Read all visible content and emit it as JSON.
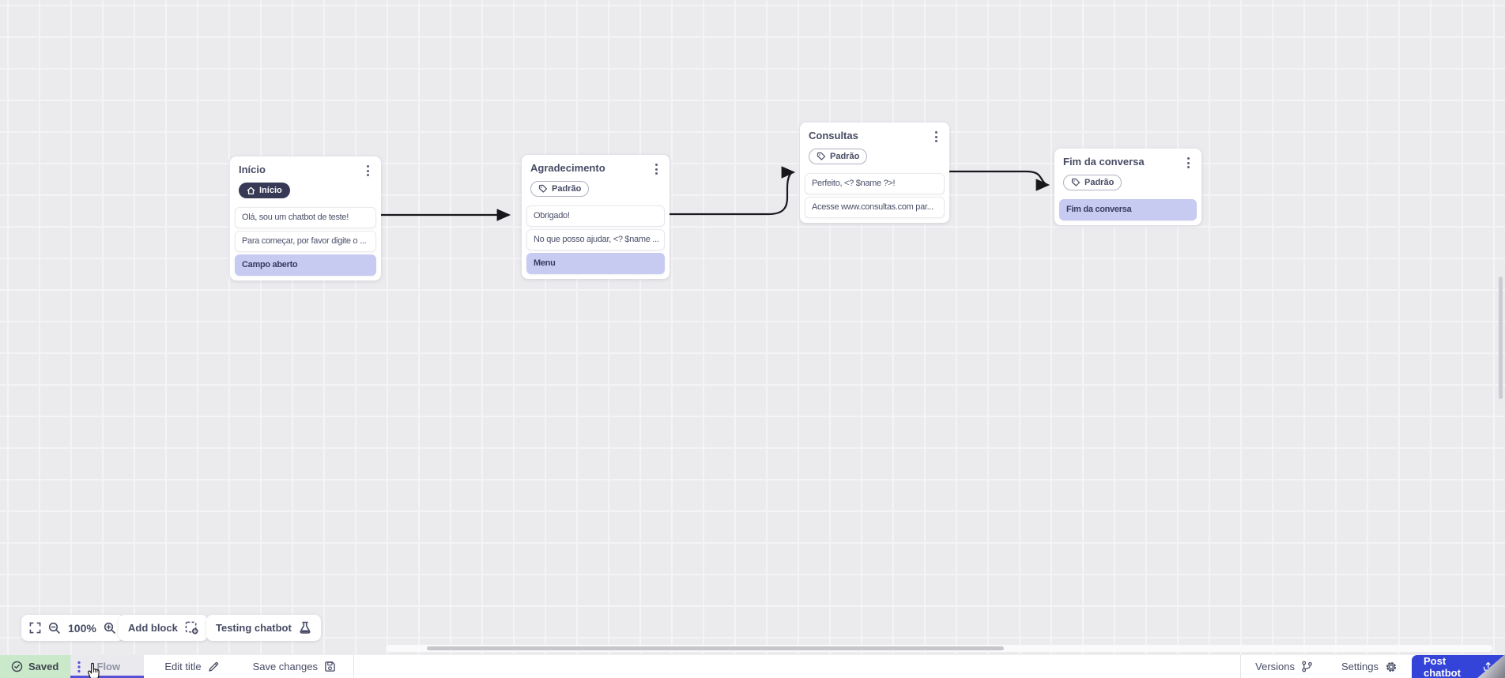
{
  "colors": {
    "accent_purple": "#574fd6",
    "primary_blue": "#3443d8",
    "saved_green_bg": "#c9e9ca",
    "action_row_bg": "#c7cbf2",
    "dark_badge_bg": "#363a54",
    "connector": "#17171c",
    "canvas_bg": "#ebebee"
  },
  "icons": {
    "home-icon": "house glyph in start badge",
    "tag-icon": "label tag in Padrão badge",
    "kebab-icon": "vertical three dots node menu",
    "fullscreen-icon": "corner brackets",
    "zoom-out-icon": "magnifier with minus",
    "zoom-in-icon": "magnifier with plus",
    "add-block-icon": "dashed square with plus",
    "flask-icon": "test flask",
    "check-circle-icon": "check inside circle",
    "drag-handle-icon": "purple vertical dots",
    "pencil-icon": "edit pencil",
    "save-icon": "floppy disk",
    "branch-icon": "version branch graph",
    "gear-icon": "settings gear",
    "upload-icon": "publish arrow over tray",
    "hand-cursor": "mouse pointer hand"
  },
  "canvas": {
    "zoom_level": "100%",
    "controls": {
      "add_block_label": "Add block",
      "testing_chatbot_label": "Testing chatbot"
    },
    "nodes": [
      {
        "title": "Início",
        "badge": {
          "label": "Início",
          "style": "dark"
        },
        "rows": [
          {
            "text": "Olá, sou um chatbot de teste!",
            "type": "message"
          },
          {
            "text": "Para começar, por favor digite o ...",
            "type": "message"
          },
          {
            "text": "Campo aberto",
            "type": "action"
          }
        ]
      },
      {
        "title": "Agradecimento",
        "badge": {
          "label": "Padrão",
          "style": "outline"
        },
        "rows": [
          {
            "text": "Obrigado!",
            "type": "message"
          },
          {
            "text": "No que posso ajudar, <? $name ...",
            "type": "message"
          },
          {
            "text": "Menu",
            "type": "action"
          }
        ]
      },
      {
        "title": "Consultas",
        "badge": {
          "label": "Padrão",
          "style": "outline"
        },
        "rows": [
          {
            "text": "Perfeito, <? $name ?>!",
            "type": "message"
          },
          {
            "text": "Acesse www.consultas.com par...",
            "type": "message"
          }
        ]
      },
      {
        "title": "Fim da conversa",
        "badge": {
          "label": "Padrão",
          "style": "outline"
        },
        "rows": [
          {
            "text": "Fim da conversa",
            "type": "action"
          }
        ]
      }
    ]
  },
  "bottom_bar": {
    "saved_label": "Saved",
    "flow_tab_label": "Flow",
    "edit_title_label": "Edit title",
    "save_changes_label": "Save changes",
    "versions_label": "Versions",
    "settings_label": "Settings",
    "post_chatbot_label": "Post chatbot"
  }
}
